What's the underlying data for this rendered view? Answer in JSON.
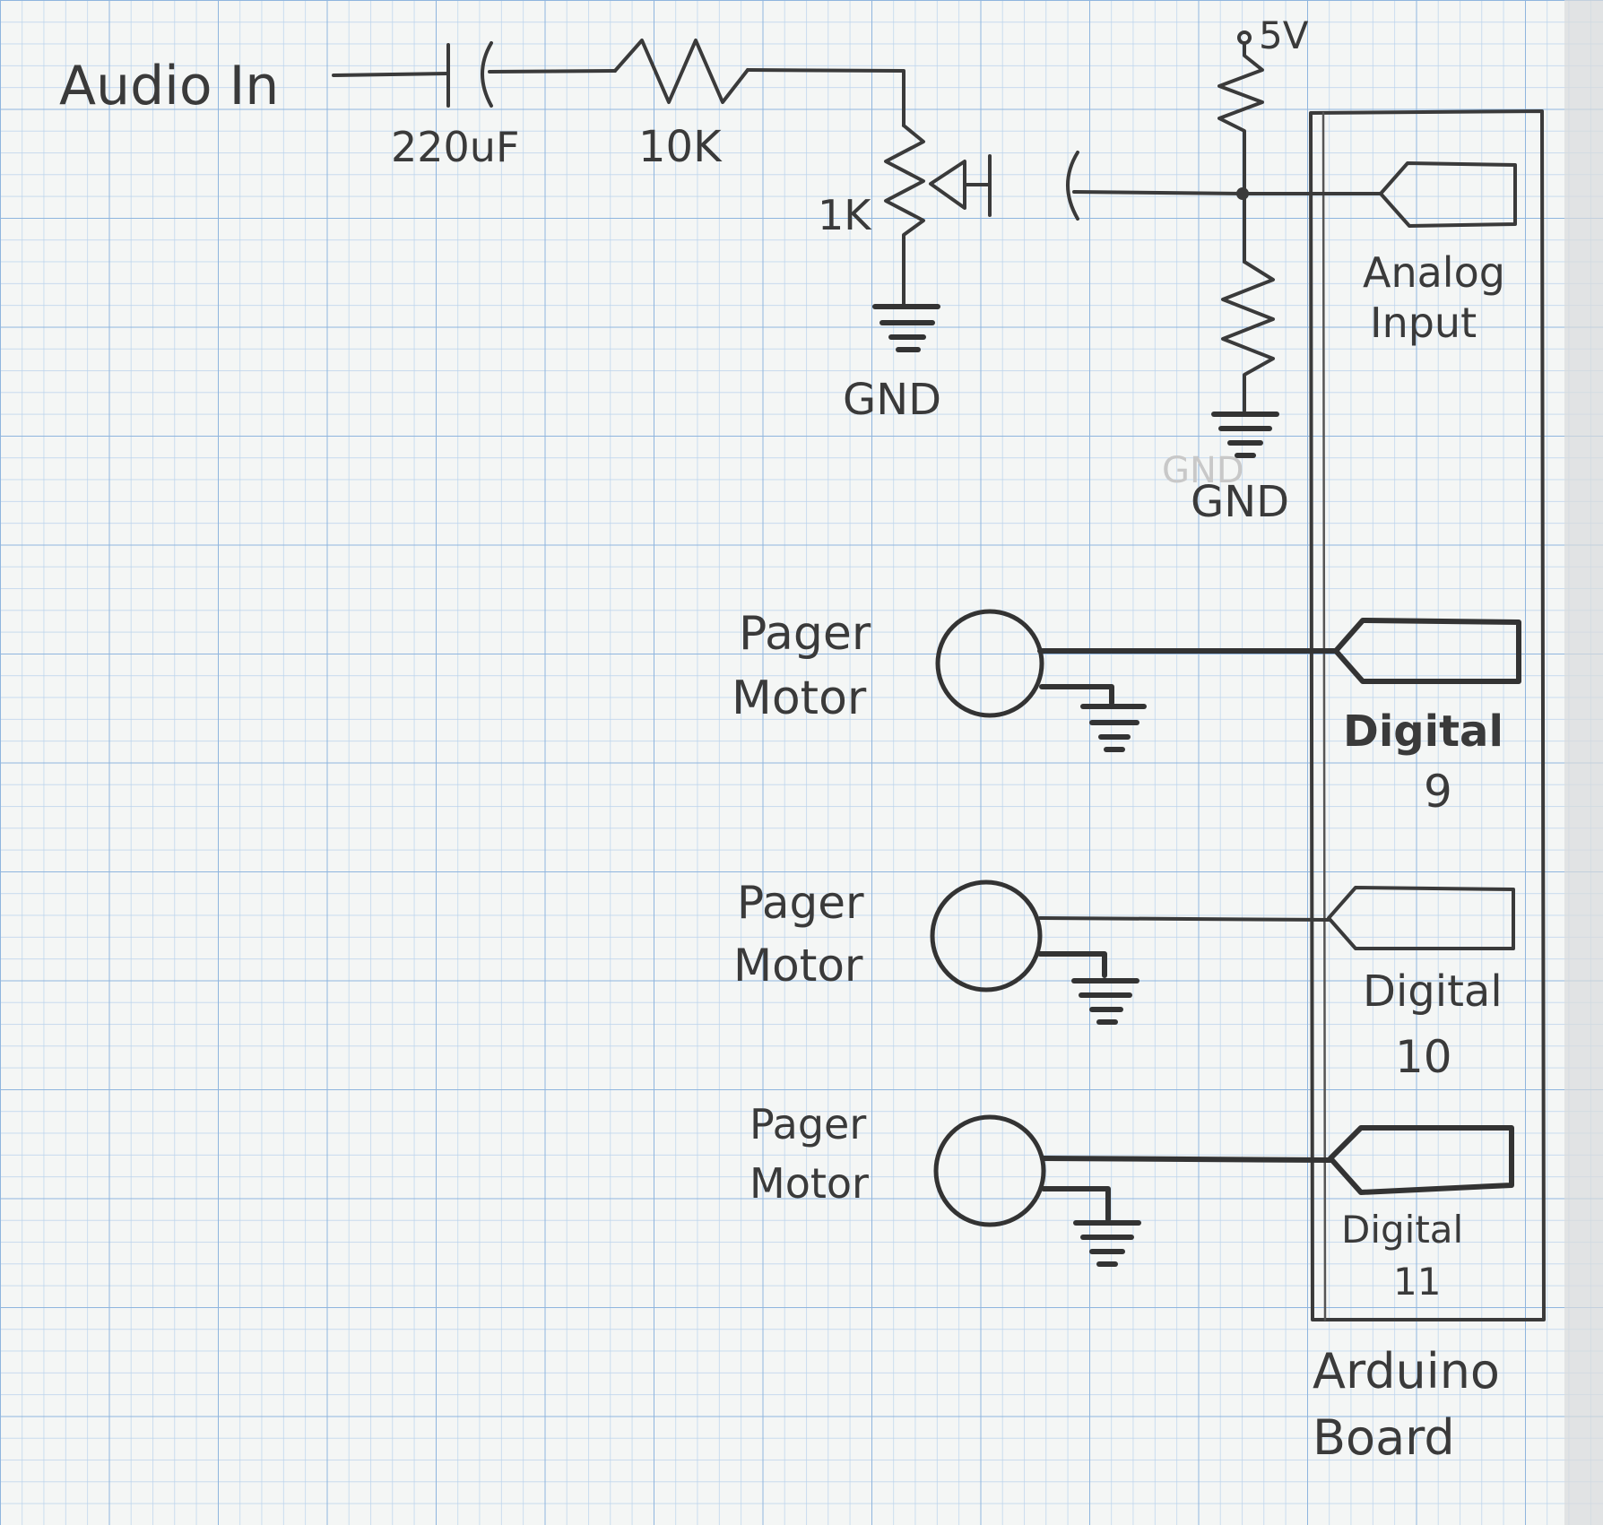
{
  "diagram": {
    "labels": {
      "audio_in": "Audio In",
      "cap_value": "220uF",
      "resistor_10k": "10K",
      "pot_1k": "1K",
      "gnd_left": "GND",
      "supply": "5V",
      "gnd_right_ghost": "GND",
      "gnd_right": "GND",
      "analog_input_line1": "Analog",
      "analog_input_line2": "Input",
      "motor1_line1": "Pager",
      "motor1_line2": "Motor",
      "motor2_line1": "Pager",
      "motor2_line2": "Motor",
      "motor3_line1": "Pager",
      "motor3_line2": "Motor",
      "digital9_line1": "Digital",
      "digital9_line2": "9",
      "digital10_line1": "Digital",
      "digital10_line2": "10",
      "digital11_line1": "Digital",
      "digital11_line2": "11",
      "board_line1": "Arduino",
      "board_line2": "Board"
    },
    "colors": {
      "paper": "#f4f6f5",
      "grid_minor": "#b9d2ec",
      "grid_major": "#8fb5de",
      "pencil": "#3a3a3a"
    }
  }
}
